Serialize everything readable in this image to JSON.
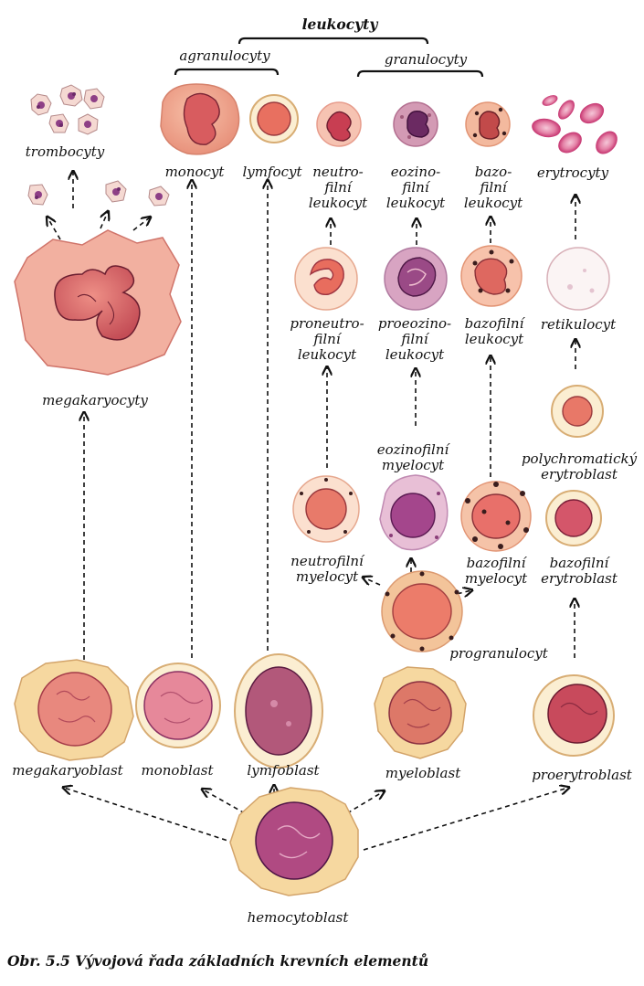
{
  "title": {
    "leukocyty": "leukocyty",
    "agranulocyty": "agranulocyty",
    "granulocyty": "granulocyty"
  },
  "labels": {
    "trombocyty": "trombocyty",
    "megakaryocyty": "megakaryocyty",
    "monocyt": "monocyt",
    "lymfocyt": "lymfocyt",
    "neutrofilni_leukocyt": [
      "neutro-",
      "filní",
      "leukocyt"
    ],
    "eozinofilni_leukocyt": [
      "eozino-",
      "filní",
      "leukocyt"
    ],
    "bazofilni_leukocyt": [
      "bazo-",
      "filní",
      "leukocyt"
    ],
    "erytrocyty": "erytrocyty",
    "proneutrofilni_leukocyt": [
      "proneutro-",
      "filní",
      "leukocyt"
    ],
    "proeozinofilni_leukocyt": [
      "proeozino-",
      "filní",
      "leukocyt"
    ],
    "probazofilni_leukocyt": [
      "bazofilní",
      "leukocyt"
    ],
    "retikulocyt": "retikulocyt",
    "polychromaticky_erytroblast": [
      "polychromatický",
      "erytroblast"
    ],
    "eozinofilni_myelocyt": [
      "eozinofilní",
      "myelocyt"
    ],
    "neutrofilni_myelocyt": [
      "neutrofilní",
      "myelocyt"
    ],
    "bazofilni_myelocyt": [
      "bazofilní",
      "myelocyt"
    ],
    "bazofilni_erytroblast": [
      "bazofilní",
      "erytroblast"
    ],
    "progranulocyt": "progranulocyt",
    "megakaryoblast": "megakaryoblast",
    "monoblast": "monoblast",
    "lymfoblast": "lymfoblast",
    "myeloblast": "myeloblast",
    "proerytroblast": "proerytroblast",
    "hemocytoblast": "hemocytoblast"
  },
  "caption": "Obr. 5.5  Vývojová řada základních krevních elementů",
  "colors": {
    "cytoplasm_pink": "#f2a995",
    "nucleus_red": "#c9515a",
    "nucleus_purple": "#8a3c78",
    "halo_cream": "#fbeed2",
    "border_tan": "#d8ad74",
    "erythrocyte": "#d94d8a",
    "granule_dark": "#3a1d1d"
  }
}
